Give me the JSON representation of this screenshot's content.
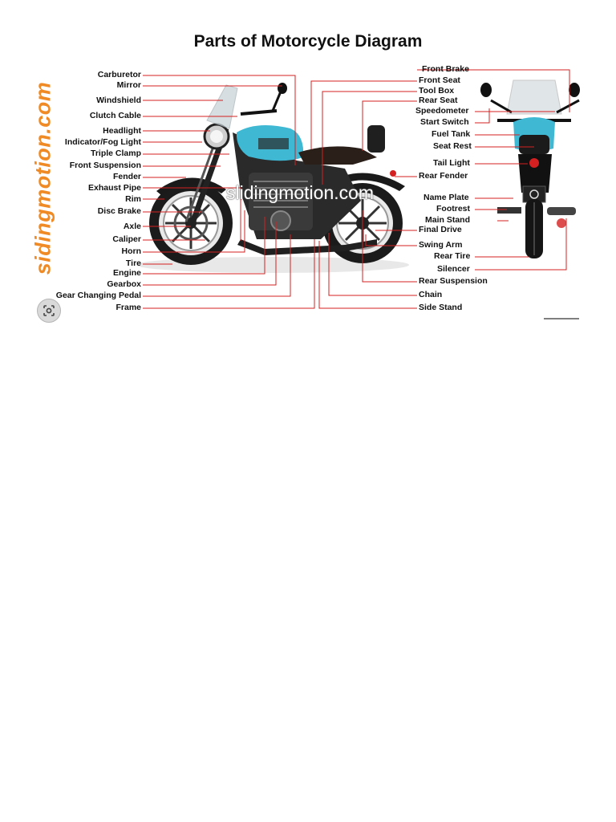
{
  "title": "Parts of Motorcycle Diagram",
  "watermark_side": "sidingmotion.com",
  "watermark_center": "slidingmotion.com",
  "colors": {
    "leader": "#d42020",
    "tank": "#3fb8d4",
    "watermark": "#f08a24"
  },
  "left_labels": [
    "Carburetor",
    "Mirror",
    "Windshield",
    "Clutch Cable",
    "Headlight",
    "Indicator/Fog Light",
    "Triple Clamp",
    "Front Suspension",
    "Fender",
    "Exhaust Pipe",
    "Rim",
    "Disc Brake",
    "Axle",
    "Caliper",
    "Horn",
    "Tire",
    "Engine",
    "Gearbox",
    "Gear Changing Pedal",
    "Frame"
  ],
  "right_labels": [
    "Front Brake",
    "Front Seat",
    "Tool Box",
    "Rear Seat",
    "Speedometer",
    "Start Switch",
    "Fuel Tank",
    "Seat Rest",
    "Rear Fender",
    "Tail Light",
    "Name Plate",
    "Footrest",
    "Main Stand",
    "Final Drive",
    "Swing Arm",
    "Rear Tire",
    "Silencer",
    "Rear Suspension",
    "Chain",
    "Side Stand"
  ],
  "lens_icon": "google-lens-icon"
}
